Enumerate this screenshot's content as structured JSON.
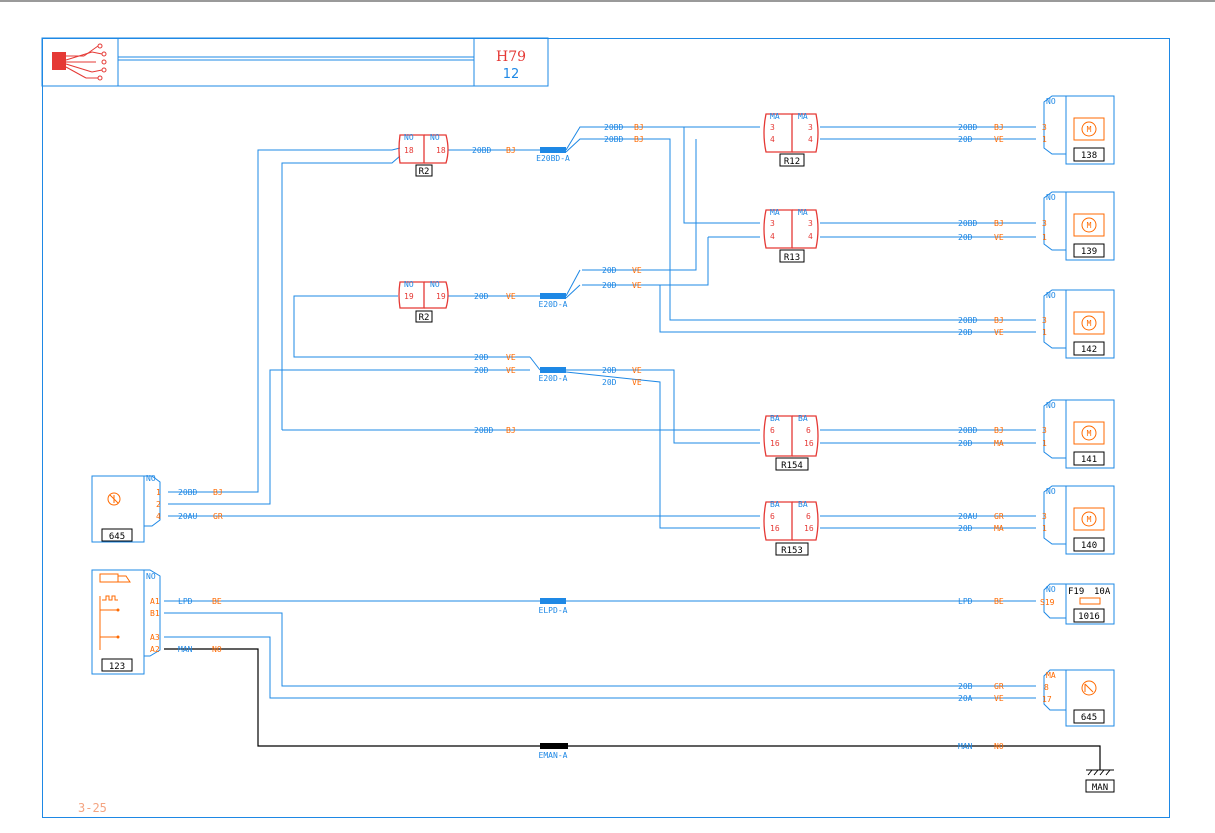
{
  "title_block": {
    "code": "H79",
    "sheet": "12"
  },
  "page_ref": "3-25",
  "connectors": {
    "r2_upper": {
      "id": "R2",
      "side_a": "NO",
      "side_b": "NO",
      "pins": [
        "18",
        "18"
      ]
    },
    "r2_lower": {
      "id": "R2",
      "side_a": "NO",
      "side_b": "NO",
      "pins": [
        "19",
        "19"
      ]
    },
    "r12": {
      "id": "R12",
      "side_a": "MA",
      "side_b": "MA",
      "pins_a": [
        "3",
        "4"
      ],
      "pins_b": [
        "3",
        "4"
      ]
    },
    "r13": {
      "id": "R13",
      "side_a": "MA",
      "side_b": "MA",
      "pins_a": [
        "3",
        "4"
      ],
      "pins_b": [
        "3",
        "4"
      ]
    },
    "r154": {
      "id": "R154",
      "side_a": "BA",
      "side_b": "BA",
      "pins_a": [
        "6",
        "16"
      ],
      "pins_b": [
        "6",
        "16"
      ]
    },
    "r153": {
      "id": "R153",
      "side_a": "BA",
      "side_b": "BA",
      "pins_a": [
        "6",
        "16"
      ],
      "pins_b": [
        "6",
        "16"
      ]
    }
  },
  "splices": [
    "E20BD-A",
    "E20D-A",
    "E20D-A",
    "ELPD-A",
    "EMAN-A"
  ],
  "components": {
    "c645_left": {
      "id": "645",
      "color": "NO",
      "pins": [
        "1",
        "2",
        "4"
      ]
    },
    "c123": {
      "id": "123",
      "color": "NO",
      "pins": [
        "A1",
        "B1",
        "A3",
        "A2"
      ]
    },
    "m138": {
      "id": "138",
      "color": "NO",
      "pins": [
        "3",
        "1"
      ]
    },
    "m139": {
      "id": "139",
      "color": "NO",
      "pins": [
        "3",
        "1"
      ]
    },
    "m142": {
      "id": "142",
      "color": "NO",
      "pins": [
        "3",
        "1"
      ]
    },
    "m141": {
      "id": "141",
      "color": "NO",
      "pins": [
        "3",
        "1"
      ]
    },
    "m140": {
      "id": "140",
      "color": "NO",
      "pins": [
        "3",
        "1"
      ]
    },
    "f1016": {
      "id": "1016",
      "color": "NO",
      "pin": "S19",
      "fuse": "F19",
      "rating": "10A"
    },
    "c645_right": {
      "id": "645",
      "color": "MA",
      "pins": [
        "8",
        "17"
      ]
    },
    "ground": {
      "id": "MAN"
    }
  },
  "wire_labels": {
    "w20bd": "20BD",
    "w20d": "20D",
    "w20au": "20AU",
    "wlpd": "LPD",
    "wman": "MAN",
    "w20b": "20B",
    "w20a": "20A",
    "cBJ": "BJ",
    "cVE": "VE",
    "cGR": "GR",
    "cMA": "MA",
    "cBE": "BE",
    "cNO": "NO"
  },
  "colors": {
    "wire": "#1e88e5",
    "label": "#ff6a00",
    "connector": "#e53935",
    "ground_wire": "#000000"
  }
}
